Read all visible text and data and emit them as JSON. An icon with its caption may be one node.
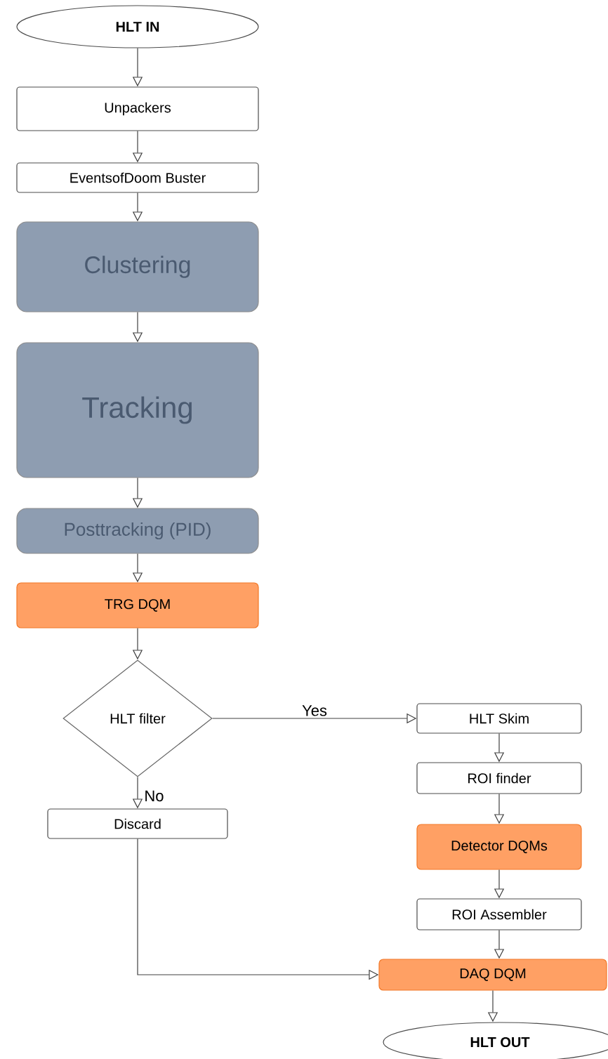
{
  "diagram": {
    "nodes": [
      {
        "text": [
          "HLT IN"
        ]
      },
      {
        "text": [
          "Unpackers"
        ]
      },
      {
        "text": [
          "EventsofDoom Buster"
        ]
      },
      {
        "text": [
          "Clustering"
        ]
      },
      {
        "text": [
          "Tracking"
        ]
      },
      {
        "text": [
          "Posttracking (PID)"
        ]
      },
      {
        "text": [
          "TRG DQM"
        ]
      },
      {
        "text": [
          "HLT filter"
        ]
      },
      {
        "text": [
          "Discard"
        ]
      },
      {
        "text": [
          "HLT Skim"
        ]
      },
      {
        "text": [
          "ROI finder"
        ]
      },
      {
        "text": [
          "Detector DQMs"
        ]
      },
      {
        "text": [
          "ROI Assembler"
        ]
      },
      {
        "text": [
          "DAQ DQM"
        ]
      },
      {
        "text": [
          "HLT OUT"
        ]
      }
    ],
    "edges": [
      {
        "from": 0,
        "to": 1,
        "arrow": "to"
      },
      {
        "from": 1,
        "to": 2,
        "arrow": "to"
      },
      {
        "from": 2,
        "to": 3,
        "arrow": "to"
      },
      {
        "from": 3,
        "to": 4,
        "arrow": "to"
      },
      {
        "from": 4,
        "to": 5,
        "arrow": "to"
      },
      {
        "from": 5,
        "to": 6,
        "arrow": "to"
      },
      {
        "from": 6,
        "to": 7,
        "arrow": "to"
      },
      {
        "from": 7,
        "to": 9,
        "arrow": "to",
        "label": "Yes"
      },
      {
        "from": 7,
        "to": 8,
        "arrow": "to",
        "label": "No"
      },
      {
        "from": 9,
        "to": 10,
        "arrow": "to"
      },
      {
        "from": 10,
        "to": 11,
        "arrow": "to"
      },
      {
        "from": 11,
        "to": 12,
        "arrow": "to"
      },
      {
        "from": 12,
        "to": 13,
        "arrow": "to"
      },
      {
        "from": 8,
        "to": 13,
        "arrow": "to"
      },
      {
        "from": 13,
        "to": 14,
        "arrow": "to"
      }
    ]
  }
}
